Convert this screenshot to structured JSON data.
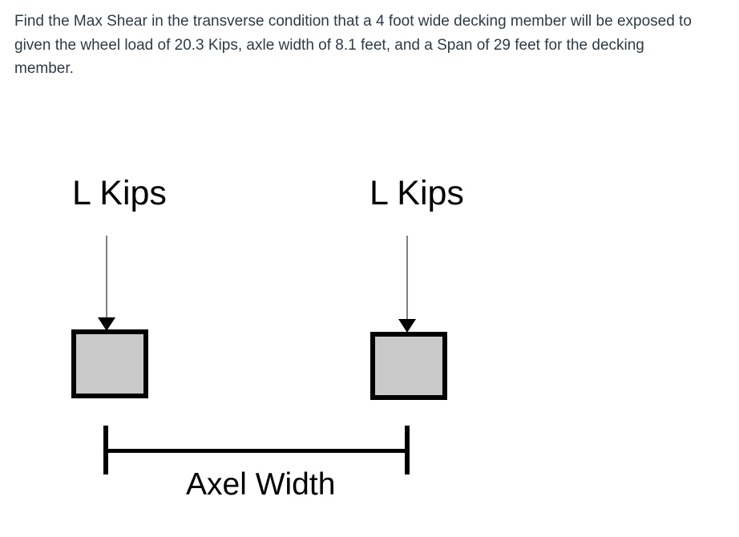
{
  "problem": {
    "lines": [
      "Find the Max Shear in the transverse condition that a 4 foot wide decking member will be exposed to",
      "given the wheel load of 20.3 Kips, axle width of 8.1 feet, and a Span of 29 feet for the decking",
      "member."
    ],
    "full_text": "Find the Max Shear in the transverse condition that a 4 foot wide decking member will be exposed to given the wheel load of 20.3 Kips, axle width of 8.1 feet, and a Span of 29 feet for the decking member.",
    "text_color": "#2d3b45"
  },
  "diagram": {
    "left_load": {
      "label": "L Kips"
    },
    "right_load": {
      "label": "L Kips"
    },
    "dimension": {
      "label": "Axel Width"
    },
    "colors": {
      "wheel_fill": "#c9c9c9",
      "outline": "#000000",
      "arrow_shaft": "#808080",
      "arrow_head": "#000000",
      "dimension_line": "#000000",
      "label_color": "#000000"
    }
  }
}
